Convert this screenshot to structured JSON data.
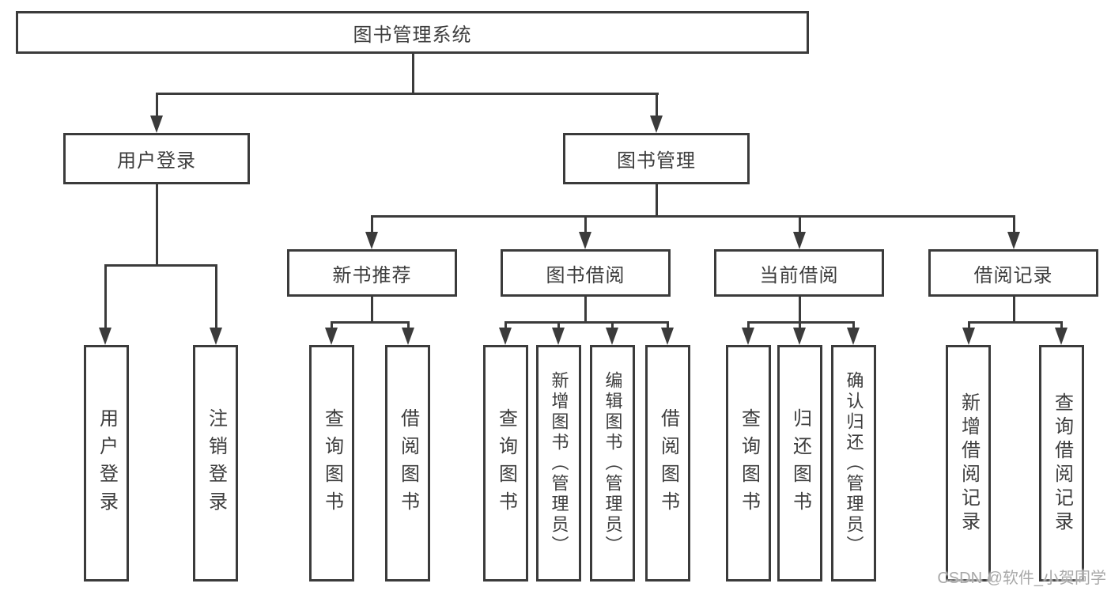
{
  "colors": {
    "line": "#3b3b3b",
    "text": "#3d3d3d",
    "box_bg": "#ffffff",
    "watermark": "#a9a9a9"
  },
  "diagram": {
    "root": {
      "label": "图书管理系统"
    },
    "branches": [
      {
        "label": "用户登录",
        "children": [
          {
            "label": "用户登录"
          },
          {
            "label": "注销登录"
          }
        ]
      },
      {
        "label": "图书管理",
        "children": [
          {
            "label": "新书推荐",
            "children": [
              {
                "label": "查询图书"
              },
              {
                "label": "借阅图书"
              }
            ]
          },
          {
            "label": "图书借阅",
            "children": [
              {
                "label": "查询图书"
              },
              {
                "label": "新增图书（管理员）"
              },
              {
                "label": "编辑图书（管理员）"
              },
              {
                "label": "借阅图书"
              }
            ]
          },
          {
            "label": "当前借阅",
            "children": [
              {
                "label": "查询图书"
              },
              {
                "label": "归还图书"
              },
              {
                "label": "确认归还（管理员）"
              }
            ]
          },
          {
            "label": "借阅记录",
            "children": [
              {
                "label": "新增借阅记录"
              },
              {
                "label": "查询借阅记录"
              }
            ]
          }
        ]
      }
    ]
  },
  "watermark": {
    "text": "CSDN @软件_小贺同学"
  }
}
